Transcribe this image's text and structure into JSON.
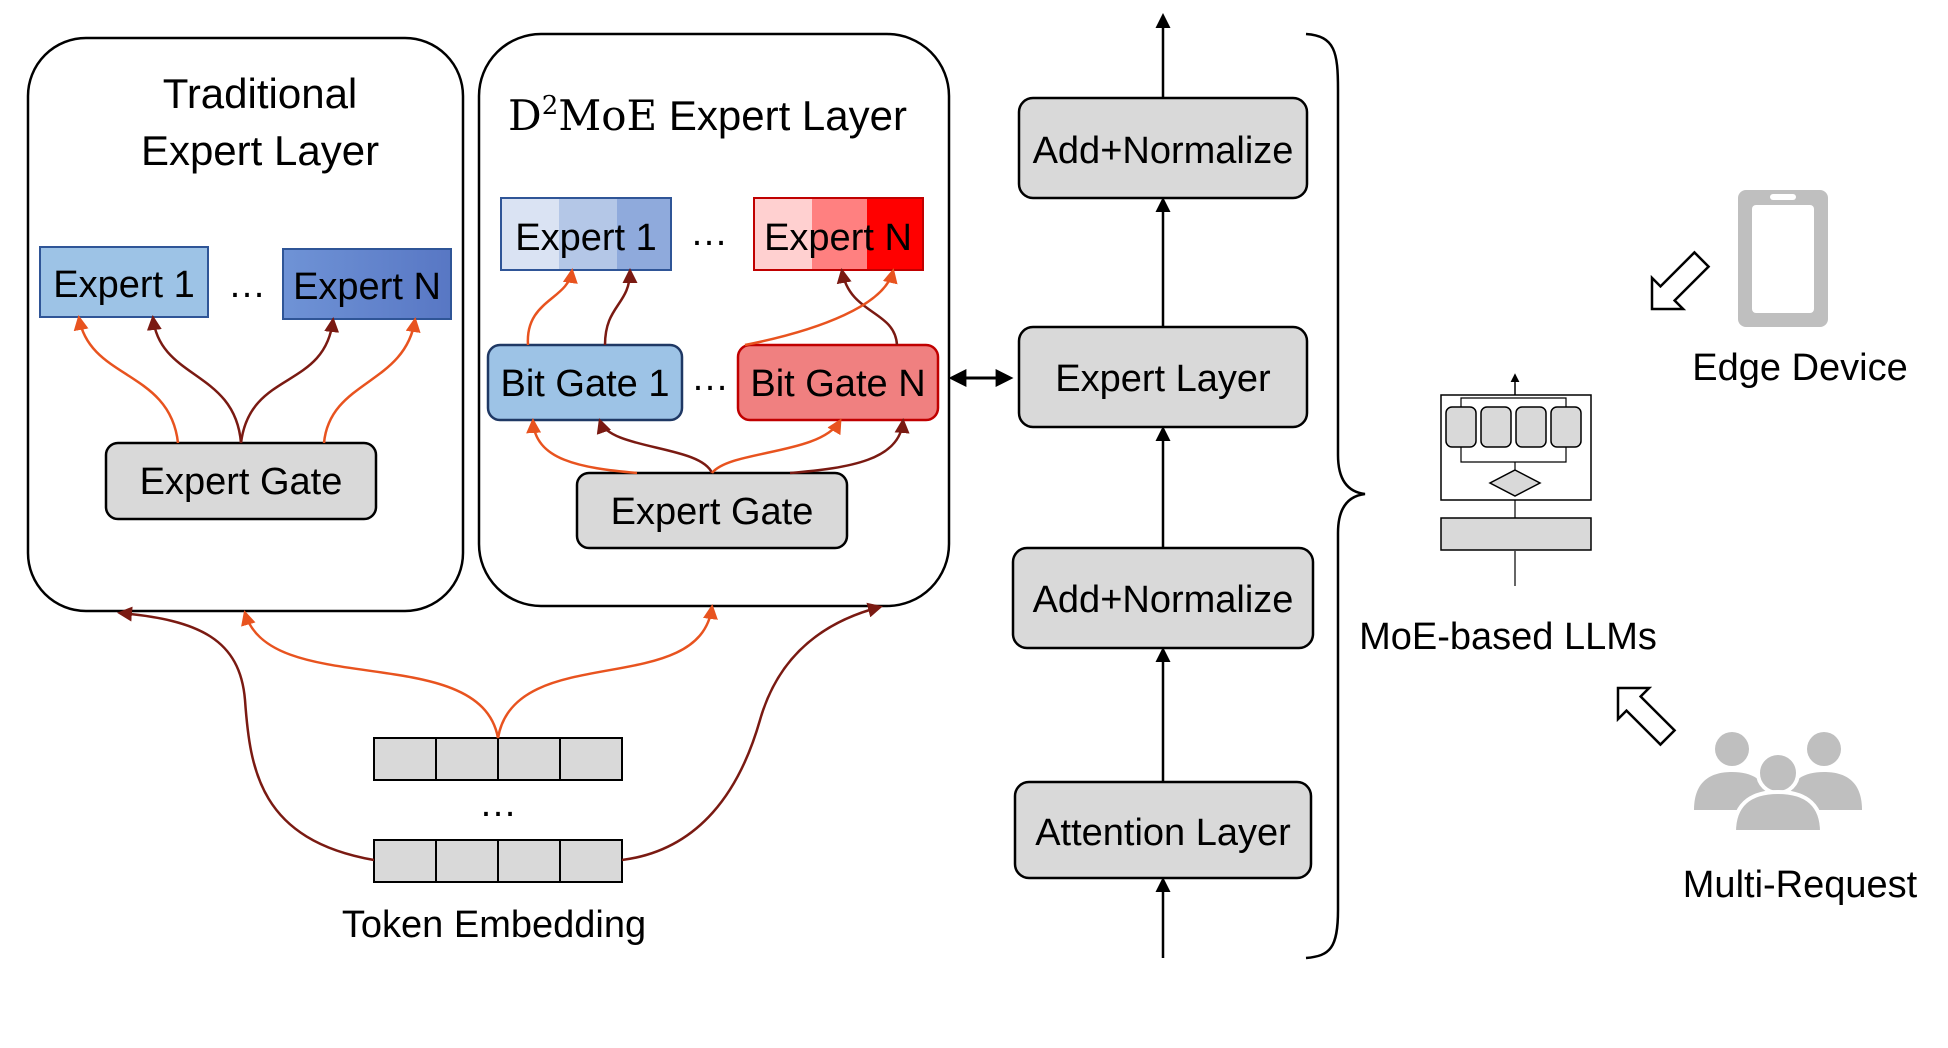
{
  "traditional": {
    "title_line1": "Traditional",
    "title_line2": "Expert Layer",
    "expert_first": "Expert 1",
    "expert_last": "Expert N",
    "ellipsis": "…",
    "gate": "Expert Gate"
  },
  "d2moe": {
    "title_prefix": "D",
    "title_sup": "2",
    "title_mid": "MoE",
    "title_suffix": " Expert Layer",
    "expert_first": "Expert 1",
    "expert_last": "Expert N",
    "ellipsis": "…",
    "bitgate_first": "Bit Gate 1",
    "bitgate_last": "Bit Gate N",
    "gate": "Expert Gate"
  },
  "embedding": {
    "label": "Token Embedding",
    "ellipsis": "…"
  },
  "stack": {
    "add_norm_top": "Add+Normalize",
    "expert_layer": "Expert Layer",
    "add_norm_bottom": "Add+Normalize",
    "attention": "Attention Layer"
  },
  "right": {
    "moe_label": "MoE-based LLMs",
    "edge_label": "Edge Device",
    "multi_label": "Multi-Request"
  },
  "colors": {
    "orange_arrow": "#e8531f",
    "dark_arrow": "#7a1a12",
    "gray_box": "#d9d9d9",
    "blue_light": "#9dc3e6",
    "blue_dark": "#5b7fc7",
    "red_light": "#f4a6a6",
    "red_strong": "#ff0000",
    "icon_gray": "#bfbfbf"
  }
}
